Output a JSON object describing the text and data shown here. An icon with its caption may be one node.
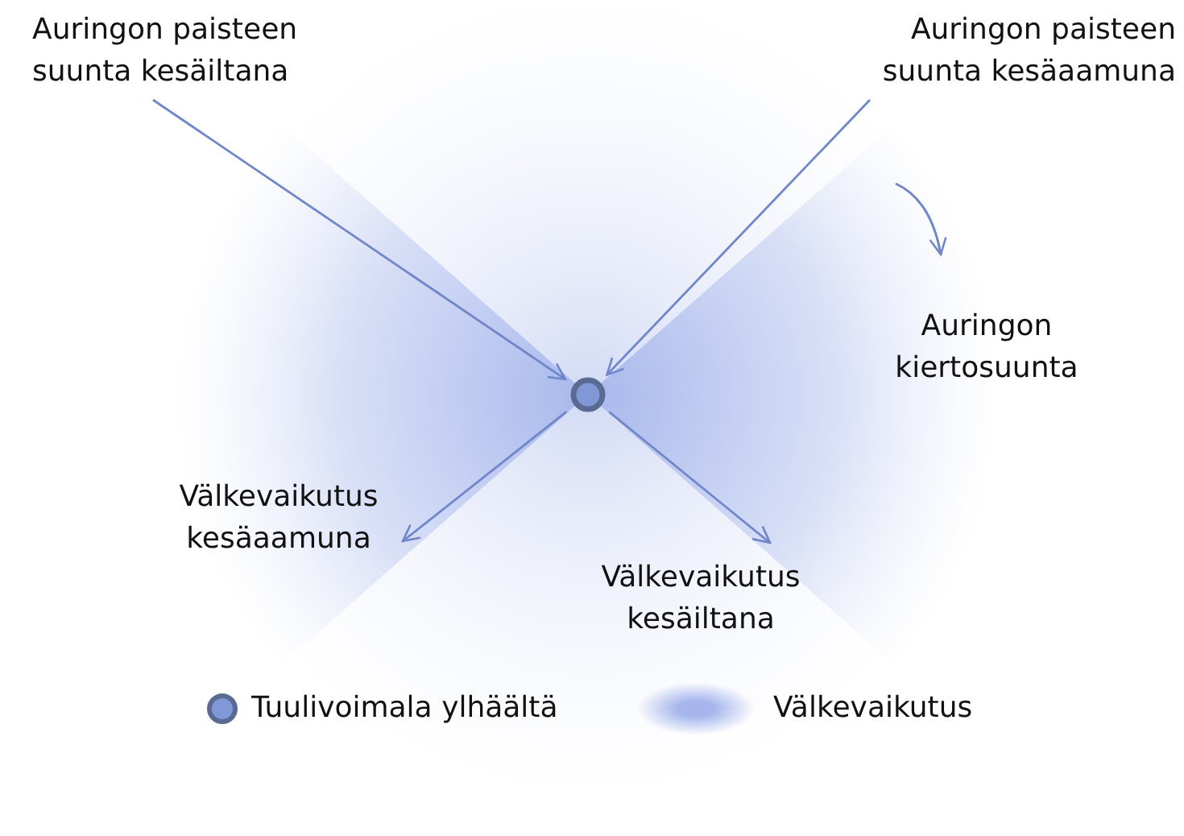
{
  "diagram": {
    "nodes": [
      {
        "text": [
          "Auringon paisteen suunta kesäiltana"
        ]
      },
      {
        "text": [
          "Auringon paisteen suunta kesäaamuna"
        ]
      },
      {
        "text": [],
        "shape": "circle"
      },
      {
        "text": [
          "Välkevaikutus kesäaamuna"
        ]
      },
      {
        "text": [
          "Välkevaikutus kesäiltana"
        ]
      }
    ],
    "edges": [
      {
        "from": 0,
        "to": 2,
        "arrow": "to"
      },
      {
        "from": 1,
        "to": 2,
        "arrow": "to"
      },
      {
        "from": 2,
        "to": 3,
        "arrow": "to"
      },
      {
        "from": 2,
        "to": 4,
        "arrow": "to"
      }
    ],
    "labels": [
      "Auringon kiertosuunta"
    ],
    "legend": [
      {
        "text": "Tuulivoimala ylhäältä"
      },
      {
        "text": "Välkevaikutus",
        "color": "#a6b6ec"
      }
    ]
  }
}
